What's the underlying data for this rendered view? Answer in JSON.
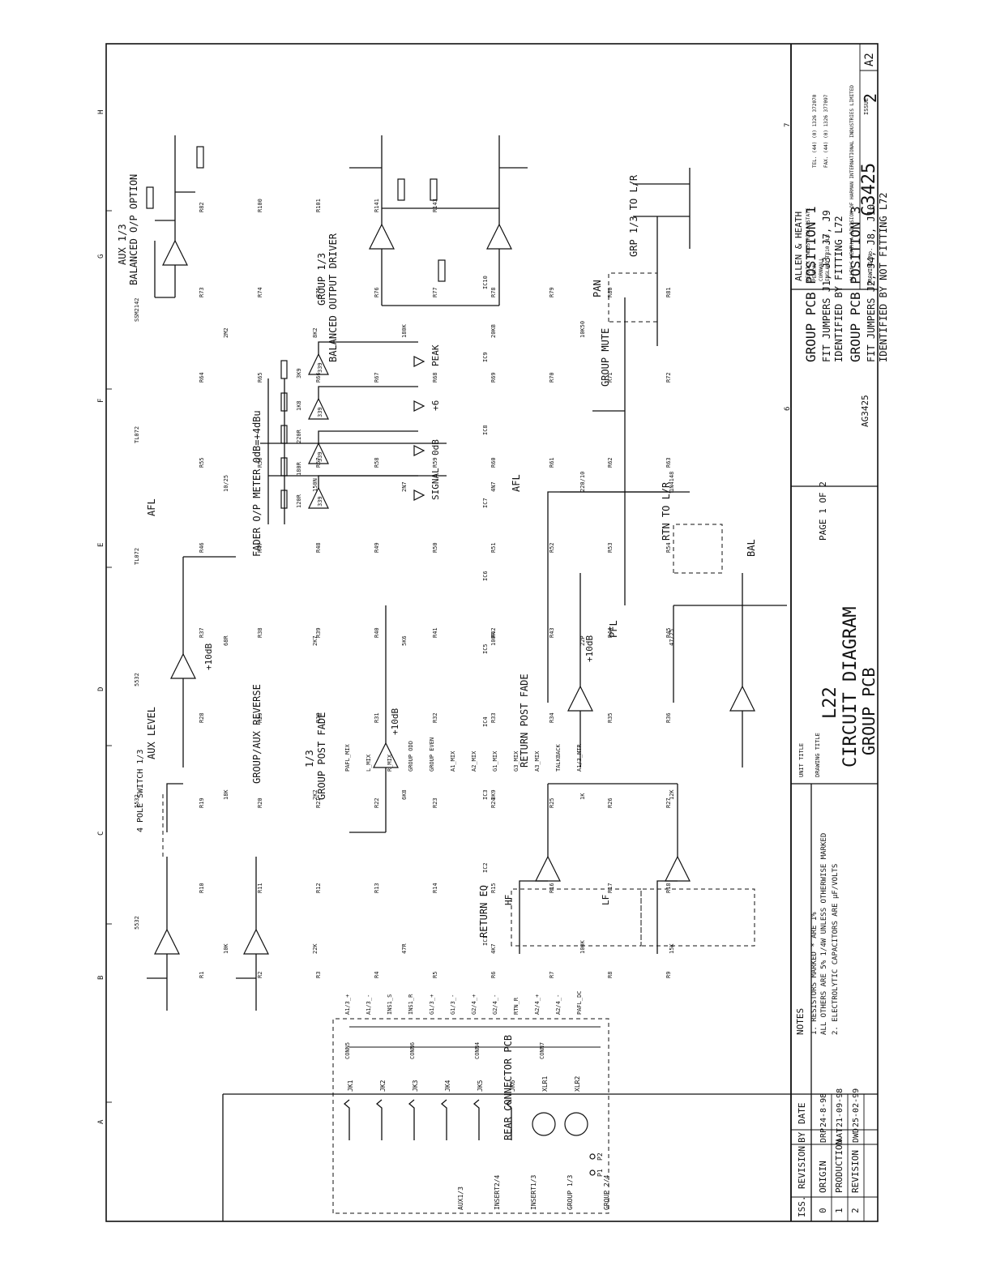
{
  "block_titles": {
    "aux_option": "AUX 1/3",
    "aux_option_sub": "BALANCED O/P OPTION",
    "group_driver": "GROUP 1/3",
    "group_driver_sub": "BALANCED OUTPUT DRIVER",
    "fader_meter": "FADER O/P METER 0dB=+4dBu",
    "group_post_fade_top": "1/3",
    "group_post_fade": "GROUP POST FADE",
    "return_post_fade": "RETURN POST FADE",
    "return_eq": "RETURN EQ",
    "aux_level": "AUX LEVEL",
    "pole_switch": "4 POLE SWITCH 1/3",
    "group_aux_reverse": "GROUP/AUX REVERSE",
    "rear_connector": "REAR CONNECTOR PCB",
    "afl_top": "AFL",
    "afl_mid": "AFL",
    "pfl": "PFL",
    "group_mute": "GROUP MUTE",
    "pan": "PAN",
    "grp_to_lr": "GRP 1/3 TO L/R",
    "rtn_to_lr": "RTN TO L/R",
    "bal": "BAL",
    "hf": "HF",
    "lf": "LF"
  },
  "meter": {
    "leds": [
      "SIGNAL",
      "0dB",
      "+6",
      "PEAK"
    ],
    "comparators": [
      "339",
      "339",
      "339",
      "339"
    ],
    "resistors": [
      "120R",
      "180R",
      "220R",
      "1K8",
      "3K9"
    ]
  },
  "gains": [
    "+10dB",
    "+10dB",
    "+10dB"
  ],
  "opamps": [
    "IC1",
    "IC2",
    "IC3",
    "IC4",
    "IC5",
    "IC6",
    "IC7",
    "IC8",
    "IC9",
    "IC10"
  ],
  "opamp_types": [
    "5532",
    "5532",
    "5532",
    "TL072",
    "TL072",
    "SSM2142"
  ],
  "component_labels": [
    "R1",
    "R2",
    "R3",
    "R4",
    "R5",
    "R6",
    "R7",
    "R8",
    "R9",
    "R10",
    "R11",
    "R12",
    "R13",
    "R14",
    "R15",
    "R16",
    "R17",
    "R18",
    "R19",
    "R20",
    "R21",
    "R22",
    "R23",
    "R24",
    "R25",
    "R26",
    "R27",
    "R28",
    "R29",
    "R30",
    "R31",
    "R32",
    "R33",
    "R34",
    "R35",
    "R36",
    "R37",
    "R38",
    "R39",
    "R40",
    "R41",
    "R42",
    "R43",
    "R44",
    "R45",
    "R46",
    "R47",
    "R48",
    "R49",
    "R50",
    "R51",
    "R52",
    "R53",
    "R54",
    "R55",
    "R56",
    "R57",
    "R58",
    "R59",
    "R60",
    "R61",
    "R62",
    "R63",
    "R64",
    "R65",
    "R66",
    "R67",
    "R68",
    "R69",
    "R70",
    "R71",
    "R72",
    "R73",
    "R74",
    "R75",
    "R76",
    "R77",
    "R78",
    "R79",
    "R80",
    "R81",
    "R82",
    "R100",
    "R101",
    "R141",
    "R143"
  ],
  "component_values": [
    "10K",
    "22K",
    "47R",
    "4K7",
    "100K",
    "15K",
    "18K",
    "2K2",
    "6K8",
    "3K9",
    "1K",
    "12K",
    "68R",
    "2K7",
    "5K6",
    "100R",
    "22P",
    "47/25",
    "10/25",
    "150N",
    "2N7",
    "4N7",
    "220/10",
    "1N4148",
    "2M2",
    "8K2",
    "180K",
    "20KB",
    "10K50"
  ],
  "connectors": {
    "rear_panel": [
      "JK1",
      "JK2",
      "JK3",
      "JK4",
      "JK5",
      "JK6",
      "XLR1",
      "XLR2"
    ],
    "names": [
      "CONN5",
      "CONN6",
      "CONN4",
      "CONN7"
    ],
    "net_labels": [
      "A1/3_+",
      "A1/3_-",
      "INS1_S",
      "INS1_R",
      "G1/3_+",
      "G1/3_-",
      "G2/4_+",
      "G2/4_-",
      "RTN_R",
      "A2/4_+",
      "A2/4_-",
      "PAFL_DC",
      "PAFL_MIX",
      "L_MIX",
      "R_MIX",
      "GROUP ODD",
      "GROUP EVEN",
      "A1_MIX",
      "A2_MIX",
      "G1_MIX",
      "G3_MIX",
      "A3_MIX",
      "TALKBACK",
      "A1/3_MTR"
    ],
    "jack_labels": [
      "AUX1/3",
      "INSERT2/4",
      "INSERT1/3",
      "GROUP 1/3",
      "GROUP 2/4"
    ],
    "pads": [
      "P1",
      "P2"
    ]
  },
  "group_pcb_notes": [
    "GROUP PCB POSITION 1",
    "FIT JUMPERS J1, J3, J7, J9",
    "IDENTIFIED BY FITTING L72",
    "GROUP PCB POSITION 3",
    "FIT JUMPERS J2, J4, J8, J10",
    "IDENTIFIED BY NOT FITTING L72"
  ],
  "company": {
    "name": "ALLEN & HEATH",
    "address": [
      "KERNICK INDUSTRIAL ESTATE",
      "PENRYN",
      "CORNWALL",
      "ENGLAND TR10 9LU"
    ],
    "tel": "TEL. (44) (0) 1326 372070",
    "fax": "FAX. (44) (0) 1326 377097",
    "division": "ALLEN & HEATH A DIVISION OF HARMAN INTERNATIONAL INDUSTRIES LIMITED"
  },
  "title_block": {
    "unit_title_label": "UNIT TITLE",
    "unit_title": "L22",
    "drawing_title_label": "DRAWING TITLE",
    "drawing_title_1": "CIRCUIT DIAGRAM",
    "drawing_title_2": "GROUP PCB",
    "page": "PAGE 1 OF 2",
    "sheet_code": "AG3425",
    "drawing_no_label": "DRAWING No.",
    "drawing_no": "C3425",
    "issue_label": "ISSUE",
    "issue": "2",
    "size": "A2"
  },
  "revisions": {
    "headers": [
      "ISS.",
      "REVISION",
      "BY",
      "DATE"
    ],
    "rows": [
      {
        "iss": "0",
        "revision": "ORIGIN",
        "by": "DRP",
        "date": "24-8-98"
      },
      {
        "iss": "1",
        "revision": "PRODUCTION",
        "by": "AAT",
        "date": "21-09-98"
      },
      {
        "iss": "2",
        "revision": "REVISION",
        "by": "DWD",
        "date": "25-02-99"
      }
    ]
  },
  "notes": {
    "title": "NOTES",
    "items": [
      "1. RESISTORS MARKED * ARE 1%",
      "ALL OTHERS ARE 5% 1/4W UNLESS OTHERWISE MARKED",
      "2. ELECTROLYTIC CAPACITORS ARE µF/VOLTS"
    ]
  },
  "grid_letters": [
    "A",
    "B",
    "C",
    "D",
    "E",
    "F",
    "G",
    "H"
  ],
  "grid_numbers": [
    "6",
    "7"
  ]
}
